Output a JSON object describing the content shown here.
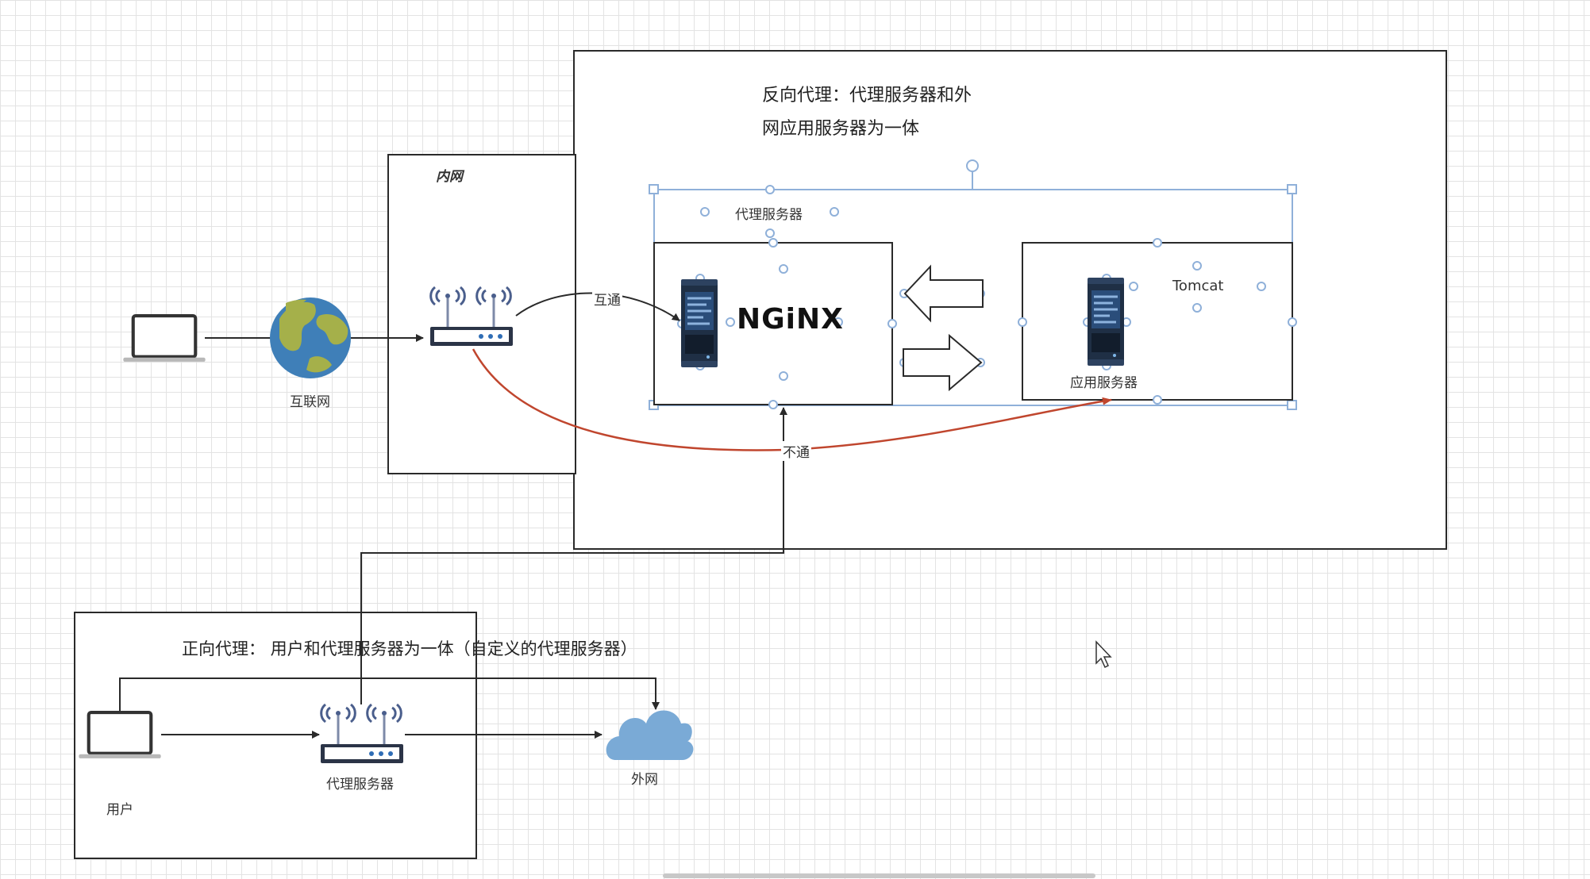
{
  "reverse_proxy": {
    "title_line1": "反向代理：代理服务器和外",
    "title_line2": "网应用服务器为一体",
    "proxy_group_label": "代理服务器",
    "nginx_logo_text": "NGiNX",
    "tomcat_label": "Tomcat",
    "app_server_label": "应用服务器"
  },
  "intranet": {
    "title": "内网"
  },
  "internet": {
    "label": "互联网"
  },
  "edges": {
    "connected_label": "互通",
    "blocked_label": "不通"
  },
  "forward_proxy": {
    "title": "正向代理： 用户和代理服务器为一体（自定义的代理服务器）",
    "user_label": "用户",
    "proxy_label": "代理服务器",
    "external_label": "外网"
  },
  "colors": {
    "blocked_edge": "#c0462e",
    "box_border": "#2a2a2a",
    "selection": "#8fb0d9",
    "cloud": "#7aaad6",
    "earth_ocean": "#3f7fb8",
    "earth_land": "#a5b04a",
    "server_body": "#1f2f45"
  },
  "icons": [
    "laptop-icon",
    "earth-icon",
    "router-icon",
    "server-icon",
    "nginx-logo",
    "arrow-left-icon",
    "arrow-right-icon",
    "cloud-icon",
    "cursor-icon"
  ]
}
